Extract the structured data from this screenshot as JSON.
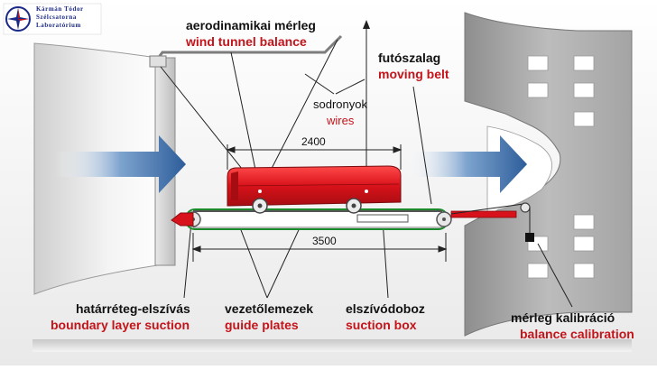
{
  "logo": {
    "line1": "Kármán Tódor",
    "line2": "Szélcsatorna",
    "line3": "Laboratórium"
  },
  "labels": {
    "balance_hu": "aerodinamikai mérleg",
    "balance_en": "wind tunnel balance",
    "wires_hu": "sodronyok",
    "wires_en": "wires",
    "belt_hu": "futószalag",
    "belt_en": "moving belt",
    "boundary_hu": "határréteg-elszívás",
    "boundary_en": "boundary layer suction",
    "guide_hu": "vezetőlemezek",
    "guide_en": "guide plates",
    "suction_hu": "elszívódoboz",
    "suction_en": "suction box",
    "calib_hu": "mérleg kalibráció",
    "calib_en": "balance calibration"
  },
  "dimensions": {
    "bus_length": "2400",
    "belt_length": "3500"
  },
  "colors": {
    "bus": "#d8121a",
    "label_en": "#c3141a",
    "arrow": "#2d5d9a",
    "belt_frame": "#1a8a2a"
  }
}
